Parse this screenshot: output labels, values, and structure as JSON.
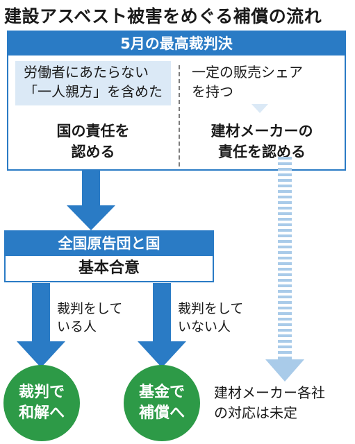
{
  "title": "建設アスベスト被害をめぐる補償の流れ",
  "ruling": {
    "heading": "5月の最高裁判決",
    "state": {
      "note_lines": [
        "労働者にあたらない",
        "「一人親方」を含めた"
      ],
      "result_lines": [
        "国の責任を",
        "認める"
      ]
    },
    "makers": {
      "note_lines": [
        "一定の販売シェア",
        "を持つ"
      ],
      "result_lines": [
        "建材メーカーの",
        "責任を認める"
      ]
    }
  },
  "agreement": {
    "heading": "全国原告団と国",
    "body": "基本合意"
  },
  "branches": {
    "suing_lines": [
      "裁判をして",
      "いる人"
    ],
    "not_suing_lines": [
      "裁判をして",
      "いない人"
    ]
  },
  "outcomes": {
    "settlement_lines": [
      "裁判で",
      "和解へ"
    ],
    "fund_lines": [
      "基金で",
      "補償へ"
    ]
  },
  "unresolved_lines": [
    "建材メーカー各社",
    "の対応は未定"
  ],
  "colors": {
    "accent_blue": "#2a7bc5",
    "light_blue": "#dbe9f6",
    "outcome_green": "#2d9a47",
    "dashed_arrow_blue": "#a9cbe9"
  }
}
